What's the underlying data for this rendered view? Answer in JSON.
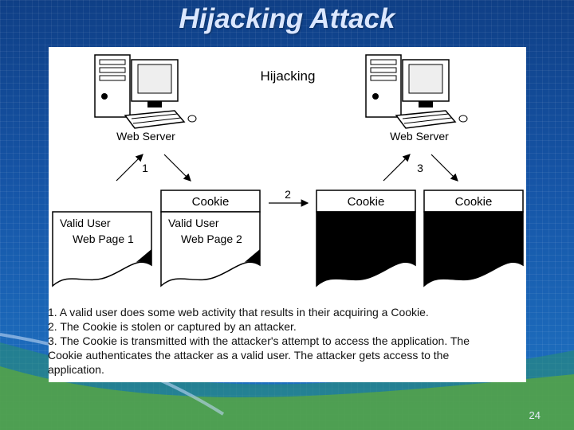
{
  "title": "Hijacking Attack",
  "slide_number": "24",
  "diagram": {
    "heading": "Hijacking",
    "server_left_label": "Web Server",
    "server_right_label": "Web Server",
    "step1": "1",
    "step2": "2",
    "step3": "3",
    "page1_line1": "Valid User",
    "page1_line2": "Web Page 1",
    "page2_line1": "Valid User",
    "page2_line2": "Web Page 2",
    "cookie_label_1": "Cookie",
    "cookie_label_2": "Cookie",
    "cookie_label_3": "Cookie"
  },
  "caption": [
    "1. A valid user does some web activity that results in their acquiring a Cookie.",
    "2. The Cookie is stolen or captured by an attacker.",
    "3. The Cookie is transmitted with the attacker's attempt to access the application.  The",
    "Cookie authenticates the attacker as a valid user. The attacker gets access to the",
    "application."
  ]
}
